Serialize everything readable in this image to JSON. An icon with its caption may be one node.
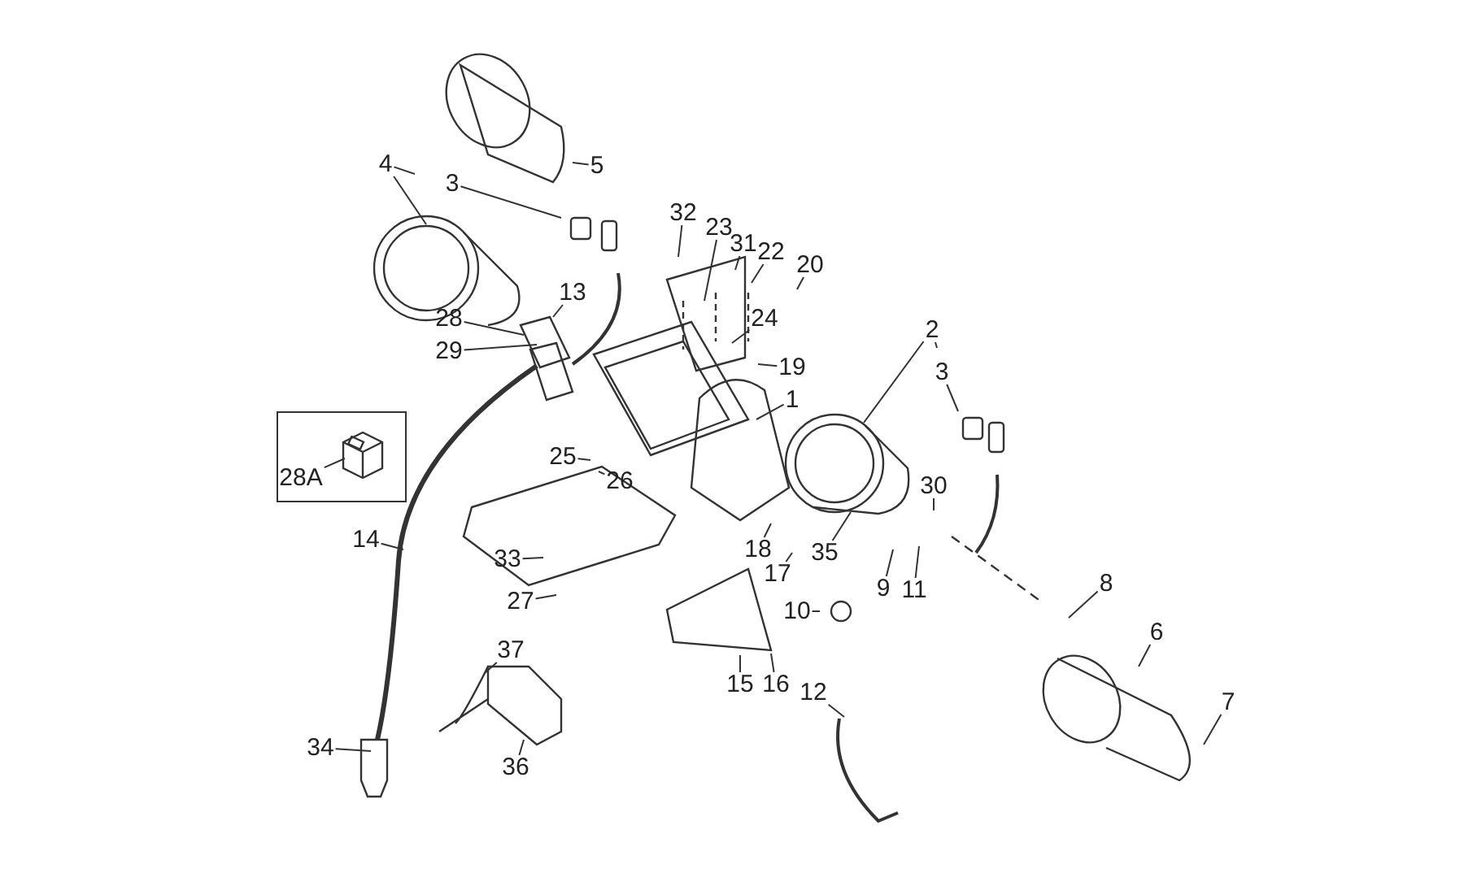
{
  "diagram": {
    "nodes": [
      {
        "text": [
          "5"
        ]
      },
      {
        "text": [
          "4"
        ]
      },
      {
        "text": [
          "3"
        ]
      },
      {
        "text": [
          "32"
        ]
      },
      {
        "text": [
          "23"
        ]
      },
      {
        "text": [
          "31"
        ]
      },
      {
        "text": [
          "22"
        ]
      },
      {
        "text": [
          "20"
        ]
      },
      {
        "text": [
          "13"
        ]
      },
      {
        "text": [
          "24"
        ]
      },
      {
        "text": [
          "19"
        ]
      },
      {
        "text": [
          "28"
        ]
      },
      {
        "text": [
          "2"
        ]
      },
      {
        "text": [
          "3"
        ]
      },
      {
        "text": [
          "29"
        ]
      },
      {
        "text": [
          "1"
        ]
      },
      {
        "text": [],
        "shape": "box"
      },
      {
        "text": [
          "28A"
        ],
        "in": 16
      },
      {
        "text": [
          "25"
        ]
      },
      {
        "text": [
          "26"
        ]
      },
      {
        "text": [
          "30"
        ]
      },
      {
        "text": [
          "14"
        ]
      },
      {
        "text": [
          "18"
        ]
      },
      {
        "text": [
          "35"
        ]
      },
      {
        "text": [
          "33"
        ]
      },
      {
        "text": [
          "17"
        ]
      },
      {
        "text": [
          "9"
        ]
      },
      {
        "text": [
          "11"
        ]
      },
      {
        "text": [
          "8"
        ]
      },
      {
        "text": [
          "27"
        ]
      },
      {
        "text": [
          "10"
        ]
      },
      {
        "text": [
          "6"
        ]
      },
      {
        "text": [
          "37"
        ]
      },
      {
        "text": [
          "15"
        ]
      },
      {
        "text": [
          "16"
        ]
      },
      {
        "text": [
          "12"
        ]
      },
      {
        "text": [
          "7"
        ]
      },
      {
        "text": [
          "34"
        ]
      },
      {
        "text": [
          "36"
        ]
      }
    ],
    "edges": [
      {
        "from": 0,
        "to": null,
        "arrow": "none"
      },
      {
        "from": 1,
        "to": null,
        "arrow": "none"
      },
      {
        "from": 1,
        "to": null,
        "arrow": "none"
      },
      {
        "from": 2,
        "to": null,
        "arrow": "none"
      },
      {
        "from": 3,
        "to": null,
        "arrow": "none"
      },
      {
        "from": 4,
        "to": null,
        "arrow": "none"
      },
      {
        "from": 5,
        "to": null,
        "arrow": "none"
      },
      {
        "from": 6,
        "to": null,
        "arrow": "none"
      },
      {
        "from": 7,
        "to": null,
        "arrow": "none"
      },
      {
        "from": 8,
        "to": null,
        "arrow": "none"
      },
      {
        "from": 9,
        "to": null,
        "arrow": "none"
      },
      {
        "from": 10,
        "to": null,
        "arrow": "none"
      },
      {
        "from": 11,
        "to": null,
        "arrow": "none"
      },
      {
        "from": 12,
        "to": null,
        "arrow": "none"
      },
      {
        "from": 12,
        "to": null,
        "arrow": "none"
      },
      {
        "from": 13,
        "to": null,
        "arrow": "none"
      },
      {
        "from": 14,
        "to": null,
        "arrow": "none"
      },
      {
        "from": 15,
        "to": null,
        "arrow": "none"
      },
      {
        "from": 17,
        "to": null,
        "arrow": "none"
      },
      {
        "from": 18,
        "to": null,
        "arrow": "none"
      },
      {
        "from": 19,
        "to": null,
        "arrow": "none"
      },
      {
        "from": 20,
        "to": null,
        "arrow": "none"
      },
      {
        "from": 21,
        "to": null,
        "arrow": "none"
      },
      {
        "from": 22,
        "to": null,
        "arrow": "none"
      },
      {
        "from": 23,
        "to": null,
        "arrow": "none"
      },
      {
        "from": 24,
        "to": null,
        "arrow": "none"
      },
      {
        "from": 25,
        "to": null,
        "arrow": "none"
      },
      {
        "from": 26,
        "to": null,
        "arrow": "none"
      },
      {
        "from": 27,
        "to": null,
        "arrow": "none"
      },
      {
        "from": 28,
        "to": null,
        "arrow": "none"
      },
      {
        "from": 29,
        "to": null,
        "arrow": "none"
      },
      {
        "from": 30,
        "to": null,
        "arrow": "none"
      },
      {
        "from": 31,
        "to": null,
        "arrow": "none"
      },
      {
        "from": 32,
        "to": null,
        "arrow": "none"
      },
      {
        "from": 33,
        "to": null,
        "arrow": "none"
      },
      {
        "from": 34,
        "to": null,
        "arrow": "none"
      },
      {
        "from": 35,
        "to": null,
        "arrow": "none"
      },
      {
        "from": 36,
        "to": null,
        "arrow": "none"
      },
      {
        "from": 37,
        "to": null,
        "arrow": "none"
      },
      {
        "from": 38,
        "to": null,
        "arrow": "none"
      }
    ]
  }
}
